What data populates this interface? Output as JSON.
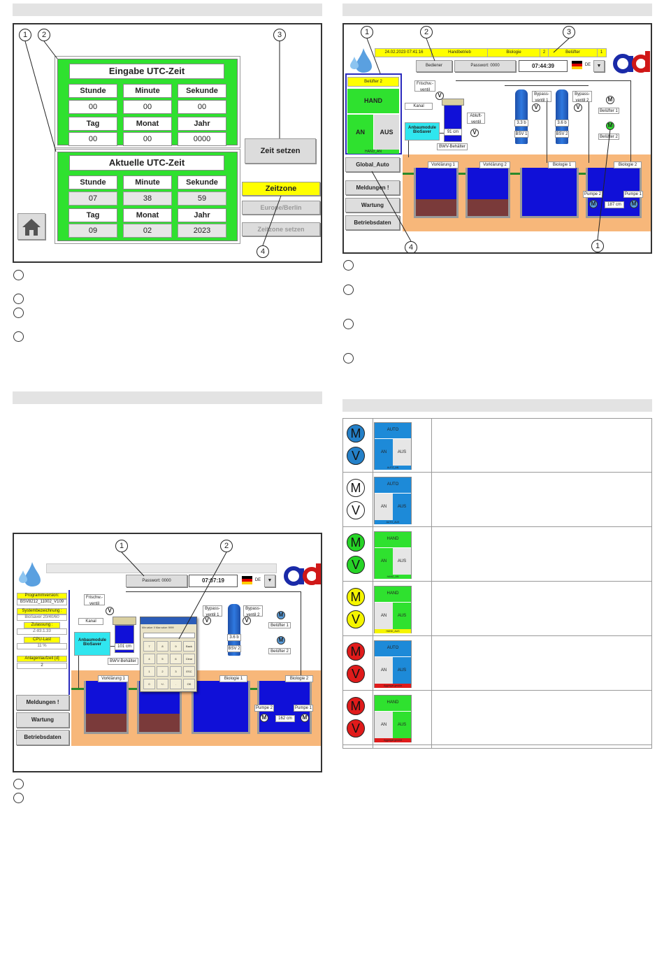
{
  "utc_screen": {
    "entry_title": "Eingabe UTC-Zeit",
    "actual_title": "Aktuelle UTC-Zeit",
    "fields": {
      "stunde": "Stunde",
      "minute": "Minute",
      "sekunde": "Sekunde",
      "tag": "Tag",
      "monat": "Monat",
      "jahr": "Jahr"
    },
    "entry": {
      "stunde": "00",
      "minute": "00",
      "sekunde": "00",
      "tag": "00",
      "monat": "00",
      "jahr": "0000"
    },
    "actual": {
      "stunde": "07",
      "minute": "38",
      "sekunde": "59",
      "tag": "09",
      "monat": "02",
      "jahr": "2023"
    },
    "set_time_button": "Zeit setzen",
    "timezone_label": "Zeitzone",
    "timezone_value": "Europe/Berlin",
    "set_timezone_button": "Zeitzone setzen",
    "callouts": [
      "1",
      "2",
      "3",
      "4"
    ]
  },
  "plant_screen_1": {
    "date": "24.02.2023 07:41:16",
    "mode": "Handbetrieb",
    "stage": "Biologie",
    "stage_no": "2",
    "device": "Belüfter",
    "device_no": "1",
    "user_button": "Bediener",
    "password": "Passwort: 0000",
    "clock": "07:44:39",
    "language": "DE",
    "control": {
      "name": "Belüfter 2",
      "mode": "HAND",
      "on": "AN",
      "off": "AUS",
      "status": "HAND_AN"
    },
    "buttons": [
      "Global_Auto",
      "Meldungen !",
      "Wartung",
      "Betriebsdaten"
    ],
    "labels": {
      "frischwasser": "Frischw.-ventil",
      "kanal": "Kanal",
      "abluft": "Abluft-ventil",
      "bypass1": "Bypass-ventil 1",
      "bypass2": "Bypass-ventil 2",
      "belufter1": "Belüfter 1",
      "belufter2": "Belüfter 2",
      "anbau": "Anbaumodule BioSaver",
      "bwv": "BWV-Behälter",
      "level_bwv": "91 cm",
      "bsv1": "BSV 1",
      "bsv2": "BSV 2",
      "bsv1_p": "3.3 b",
      "bsv2_p": "3.6 b",
      "vork1": "Vorklärung 1",
      "vork2": "Vorklärung 2",
      "bio1": "Biologie 1",
      "bio2": "Biologie 2",
      "pumpe1": "Pumpe 1",
      "pumpe2": "Pumpe 2",
      "level_bio": "187 cm"
    },
    "callouts": [
      "1",
      "2",
      "3",
      "4",
      "1"
    ]
  },
  "plant_screen_2": {
    "password": "Passwort: 0000",
    "clock": "07:07:19",
    "language": "DE",
    "info": [
      {
        "label": "Programmversion:",
        "value": "BSV8212_11002_V109"
      },
      {
        "label": "Systembezeichnung :",
        "value": "BioSaver 20/40/60"
      },
      {
        "label": "Zulassung :",
        "value": "Z-83.1.33"
      },
      {
        "label": "CPU-Last",
        "value": "11 %"
      },
      {
        "label": "Anlagenlaufzeit [d]",
        "value": "2"
      }
    ],
    "buttons": [
      "Meldungen !",
      "Wartung",
      "Betriebsdaten"
    ],
    "labels": {
      "frischwasser": "Frischw.-ventil",
      "kanal": "Kanal",
      "bypass1": "Bypass-ventil 1",
      "bypass2": "Bypass-ventil 2",
      "belufter1": "Belüfter 1",
      "belufter2": "Belüfter 2",
      "anbau": "Anbaumodule BioSaver",
      "bwv": "BWV-Behälter",
      "level_bwv": "101 cm",
      "bsv2": "BSV 2",
      "bsv2_p": "3.6 b",
      "vork1": "Vorklärung 1",
      "bio1": "Biologie 1",
      "bio2": "Biologie 2",
      "pumpe1": "Pumpe 1",
      "pumpe2": "Pumpe 2",
      "level_bio": "162 cm"
    },
    "keypad": {
      "header": "Min value: 0   Max value: 9999",
      "keys": [
        "7",
        "8",
        "9",
        "Back",
        "4",
        "5",
        "6",
        "Clear",
        "1",
        "2",
        "3",
        "ESC",
        "0",
        "+/-",
        ".",
        "OK"
      ]
    },
    "callouts": [
      "1",
      "2"
    ]
  },
  "symbol_table": [
    {
      "color": "#2480c8",
      "status_top": "AUTO",
      "left": "AN",
      "right": "AUS",
      "status": "AUTO_AN"
    },
    {
      "color": "#ffffff",
      "status_top": "AUTO",
      "left": "AN",
      "right": "AUS",
      "status": "AUTO_AUS"
    },
    {
      "color": "#27d427",
      "status_top": "HAND",
      "left": "AN",
      "right": "AUS",
      "status": "HAND_AN"
    },
    {
      "color": "#f5f500",
      "status_top": "HAND",
      "left": "AN",
      "right": "AUS",
      "status": "HAND_AUS"
    },
    {
      "color": "#e01b1b",
      "status_top": "AUTO",
      "left": "AN",
      "right": "AUS",
      "status": "Aggregat gestört"
    },
    {
      "color": "#e01b1b",
      "status_top": "HAND",
      "left": "AN",
      "right": "AUS",
      "status": "Aggregat gestört"
    }
  ],
  "symbols": {
    "motor": "M",
    "valve": "V"
  }
}
